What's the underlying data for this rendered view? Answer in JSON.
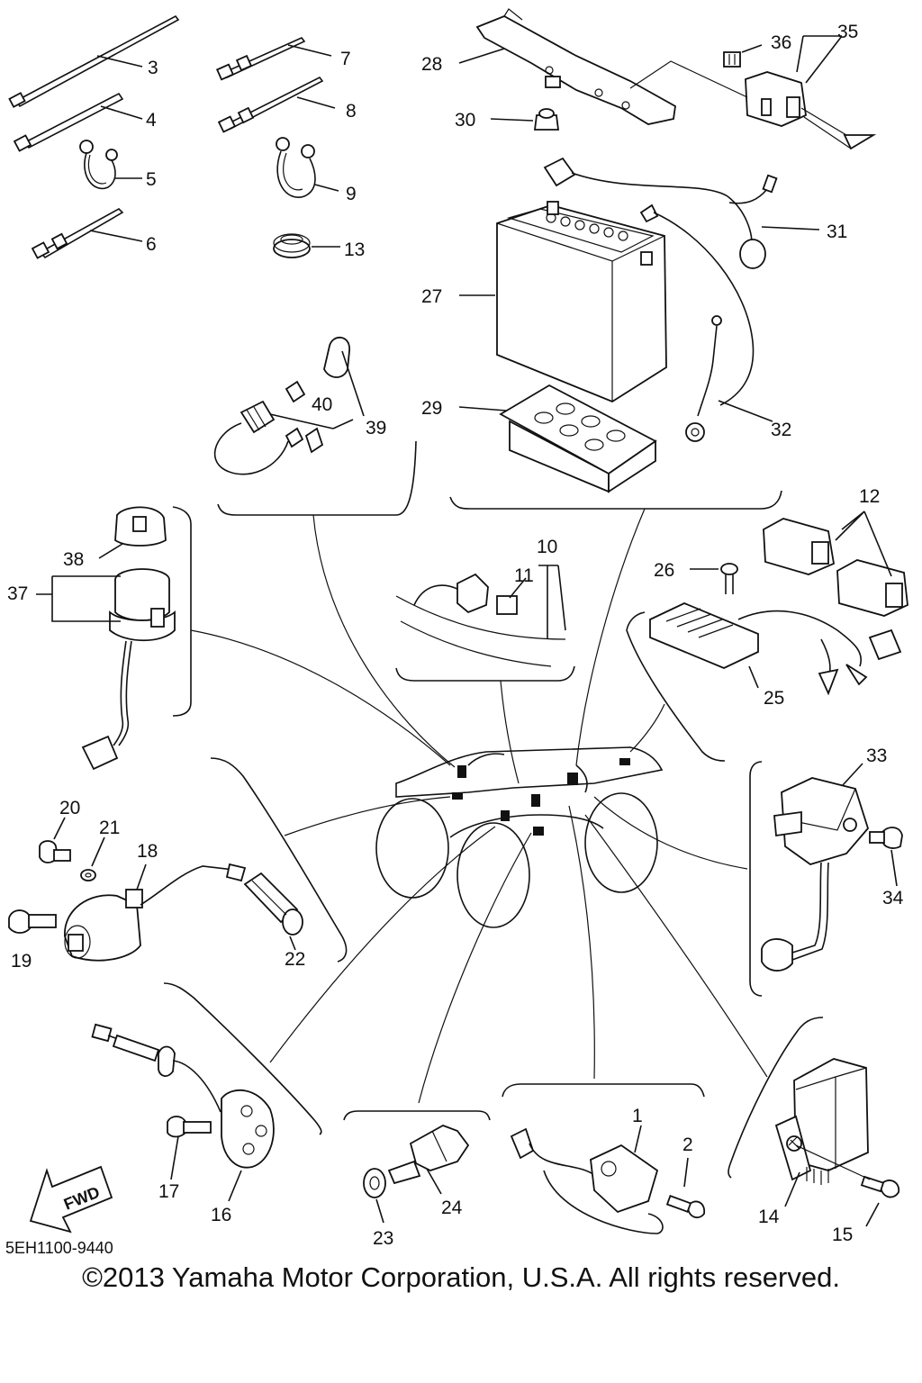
{
  "diagram": {
    "part_code": "5EH1100-9440",
    "fwd_label": "FWD",
    "callouts": {
      "p1": "1",
      "p2": "2",
      "p3": "3",
      "p4": "4",
      "p5": "5",
      "p6": "6",
      "p7": "7",
      "p8": "8",
      "p9": "9",
      "p10": "10",
      "p11": "11",
      "p12": "12",
      "p13": "13",
      "p14": "14",
      "p15": "15",
      "p16": "16",
      "p17": "17",
      "p18": "18",
      "p19": "19",
      "p20": "20",
      "p21": "21",
      "p22": "22",
      "p23": "23",
      "p24": "24",
      "p25": "25",
      "p26": "26",
      "p27": "27",
      "p28": "28",
      "p29": "29",
      "p30": "30",
      "p31": "31",
      "p32": "32",
      "p33": "33",
      "p34": "34",
      "p35": "35",
      "p36": "36",
      "p37": "37",
      "p38": "38",
      "p39": "39",
      "p40": "40"
    }
  },
  "footer": {
    "copyright": "©2013 Yamaha Motor Corporation, U.S.A. All rights reserved."
  }
}
